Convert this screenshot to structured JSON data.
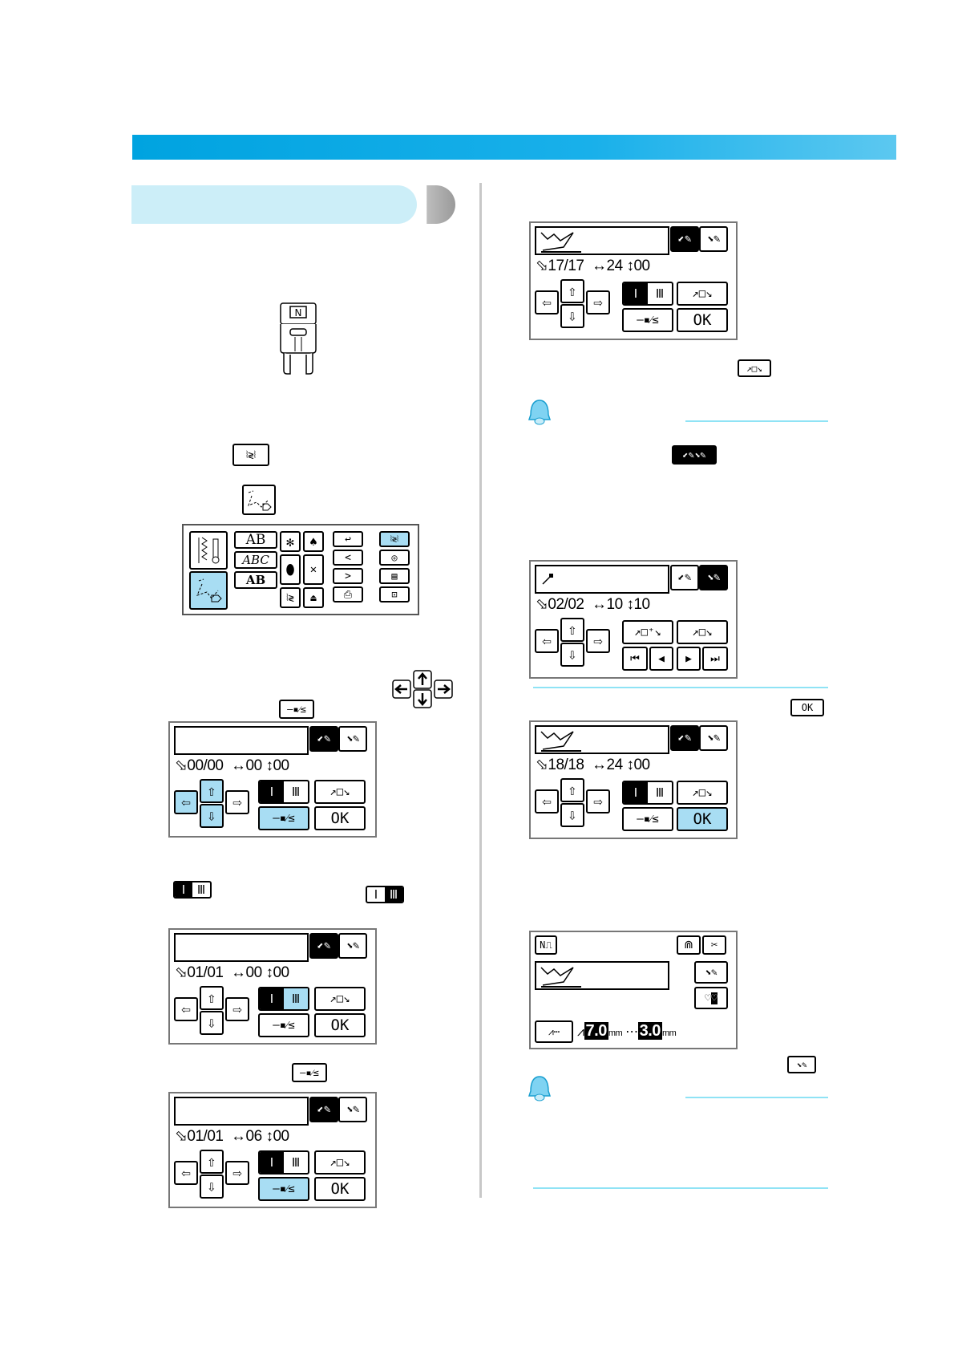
{
  "header": {
    "bar_color": "#00a3e0"
  },
  "section": {
    "head_color": "#cceef8"
  },
  "screens": {
    "s1": {
      "status": "00/00",
      "width": "00",
      "height": "00",
      "ok": "OK"
    },
    "s2": {
      "status": "01/01",
      "width": "00",
      "height": "00",
      "ok": "OK"
    },
    "s3": {
      "status": "01/01",
      "width": "06",
      "height": "00",
      "ok": "OK"
    },
    "s4": {
      "status": "17/17",
      "width": "24",
      "height": "00",
      "ok": "OK"
    },
    "s5": {
      "status": "02/02",
      "width": "10",
      "height": "10"
    },
    "s6": {
      "status": "18/18",
      "width": "24",
      "height": "00",
      "ok": "OK"
    },
    "s7": {
      "zigzag_value": "7.0",
      "straight_value": "3.0",
      "unit": "mm",
      "n_label": "N"
    }
  },
  "inline_icons": {
    "ok_label": "OK",
    "foot_label": "N"
  },
  "menu": {
    "letters_1": "AB",
    "letters_2": "ABC",
    "letters_3": "AB"
  }
}
